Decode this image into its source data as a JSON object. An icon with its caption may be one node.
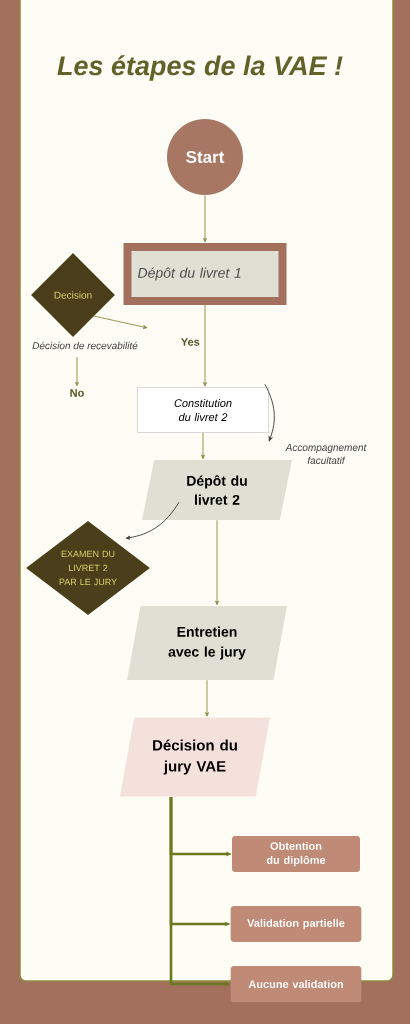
{
  "diagram": {
    "title": "Les étapes de la VAE !",
    "nodes": [
      {
        "text": [
          "Start"
        ]
      },
      {
        "text": [
          "Dépôt du livret 1"
        ]
      },
      {
        "text": [
          "Decision"
        ],
        "beside": [
          "Décision de recevabilité"
        ]
      },
      {
        "text": [
          "No"
        ]
      },
      {
        "text": [
          "Constitution du livret 2"
        ]
      },
      {
        "text": [
          "Accompagnement facultatif"
        ]
      },
      {
        "text": [
          "Dépôt du livret 2"
        ]
      },
      {
        "text": [
          "EXAMEN DU LIVRET 2 PAR LE JURY"
        ]
      },
      {
        "text": [
          "Entretien avec le jury"
        ]
      },
      {
        "text": [
          "Décision du jury VAE"
        ]
      },
      {
        "text": [
          "Obtention du diplôme"
        ]
      },
      {
        "text": [
          "Validation partielle"
        ]
      },
      {
        "text": [
          "Aucune validation"
        ]
      }
    ],
    "edges": [
      {
        "from": 0,
        "to": 1,
        "arrow": "to"
      },
      {
        "from": 1,
        "to": 4,
        "arrow": "to",
        "label": "Yes"
      },
      {
        "from": 2,
        "to": null,
        "arrow": "to"
      },
      {
        "from": 2,
        "to": 3,
        "arrow": "to"
      },
      {
        "from": 4,
        "to": 5,
        "arrow": "to",
        "color": "#3a3a3a"
      },
      {
        "from": 4,
        "to": 6,
        "arrow": "to"
      },
      {
        "from": 6,
        "to": 7,
        "arrow": "to",
        "color": "#3a3a3a"
      },
      {
        "from": 6,
        "to": 8,
        "arrow": "to"
      },
      {
        "from": 8,
        "to": 9,
        "arrow": "to"
      },
      {
        "from": 9,
        "to": 10,
        "arrow": "to",
        "style": "thick",
        "color": "#6b7a1f"
      },
      {
        "from": 9,
        "to": 11,
        "arrow": "to",
        "style": "thick",
        "color": "#6b7a1f"
      },
      {
        "from": 9,
        "to": 12,
        "arrow": "to",
        "style": "thick",
        "color": "#6b7a1f"
      }
    ]
  }
}
